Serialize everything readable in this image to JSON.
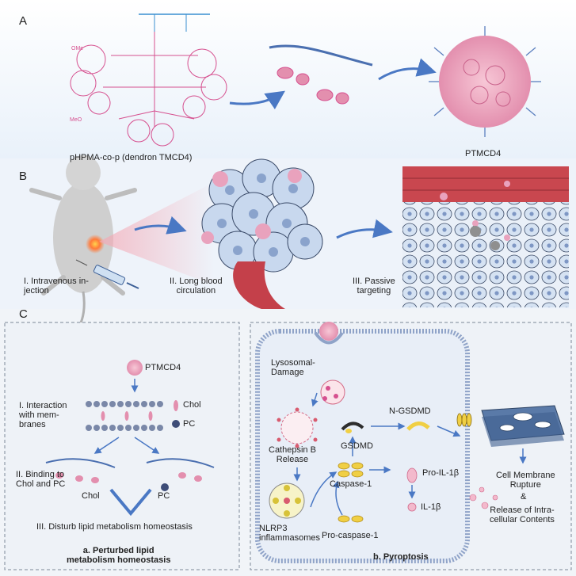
{
  "panels": {
    "a": "A",
    "b": "B",
    "c": "C"
  },
  "panel_a": {
    "polymer_label": "pHPMA-co-p (dendron TMCD4)",
    "nanoparticle_label": "PTMCD4",
    "dendron_labels": [
      "OMe",
      "MeO"
    ]
  },
  "panel_b": {
    "step1": "I. Intravenous in-\njection",
    "step2": "II. Long blood\ncirculation",
    "step3": "III. Passive\ntargeting"
  },
  "panel_c_left": {
    "np_label": "PTMCD4",
    "step1": "I. Interaction\nwith mem-\nbranes",
    "legend_chol": "Chol",
    "legend_pc": "PC",
    "step2": "II. Binding  to\nChol and PC",
    "chol": "Chol",
    "pc": "PC",
    "step3": "III. Disturb lipid metabolism  homeostasis",
    "caption": "a. Perturbed lipid\nmetabolism  homeostasis"
  },
  "panel_c_right": {
    "lysosomal": "Lysosomal-\nDamage",
    "cathepsin": "Cathepsin B\nRelease",
    "nlrp3": "NLRP3\ninflammasomes",
    "gsdmd": "GSDMD",
    "n_gsdmd": "N-GSDMD",
    "caspase1": "Caspase-1",
    "procaspase1": "Pro-caspase-1",
    "pro_il1b": "Pro-IL-1β",
    "il1b": "IL-1β",
    "rupture": "Cell Membrane\nRupture",
    "amp": "&",
    "release": "Release of Intra-\ncellular Contents",
    "caption": "b. Pyroptosis"
  },
  "colors": {
    "pink": "#d6508f",
    "blue_arrow": "#4a78c4",
    "blood": "#c4404a",
    "cell": "#b9cde6",
    "membrane": "#8fa3c8"
  }
}
